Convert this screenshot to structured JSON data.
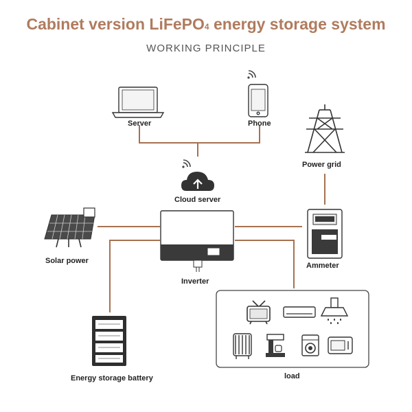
{
  "title": {
    "main_before": "Cabinet version LiFePO",
    "subscript": "4",
    "main_after": " energy storage system"
  },
  "subtitle": "WORKING PRINCIPLE",
  "nodes": {
    "server": "Server",
    "phone": "Phone",
    "power_grid": "Power grid",
    "cloud_server": "Cloud server",
    "solar_power": "Solar power",
    "inverter": "Inverter",
    "ammeter": "Ammeter",
    "battery": "Energy storage battery",
    "load": "load"
  },
  "colors": {
    "title": "#b07b5e",
    "connector": "#a6714f",
    "device_stroke": "#333333"
  },
  "icons": [
    "laptop-icon",
    "phone-icon",
    "wifi-icon",
    "power-tower-icon",
    "cloud-upload-icon",
    "solar-panel-icon",
    "inverter-icon",
    "meter-icon",
    "battery-rack-icon",
    "tv-icon",
    "air-conditioner-icon",
    "range-hood-icon",
    "heater-icon",
    "coffee-machine-icon",
    "washing-machine-icon",
    "microwave-icon"
  ]
}
